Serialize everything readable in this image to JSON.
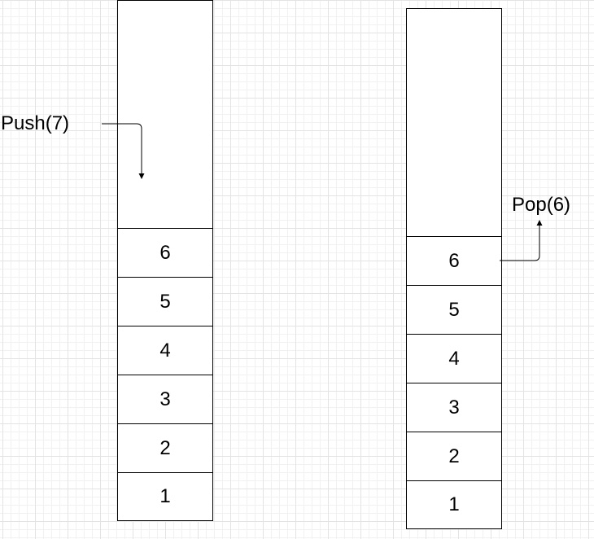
{
  "left_stack": {
    "cells": [
      "6",
      "5",
      "4",
      "3",
      "2",
      "1"
    ]
  },
  "right_stack": {
    "cells": [
      "6",
      "5",
      "4",
      "3",
      "2",
      "1"
    ]
  },
  "push_label": "Push(7)",
  "pop_label": "Pop(6)",
  "colors": {
    "line": "#000000",
    "grid": "#e3e3e3",
    "background": "#ffffff"
  }
}
